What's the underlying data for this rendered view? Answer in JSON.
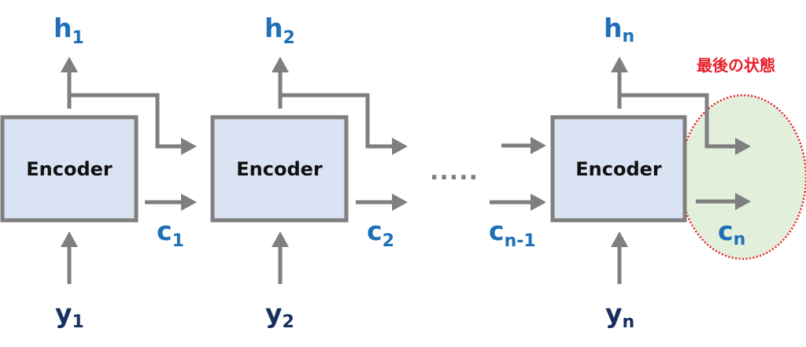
{
  "diagram": {
    "title": "Encoder chain final state",
    "encoders": [
      {
        "label": "Encoder",
        "h": {
          "base": "h",
          "sub": "1"
        },
        "c": {
          "base": "c",
          "sub": "1"
        },
        "y": {
          "base": "y",
          "sub": "1"
        }
      },
      {
        "label": "Encoder",
        "h": {
          "base": "h",
          "sub": "2"
        },
        "c": {
          "base": "c",
          "sub": "2"
        },
        "y": {
          "base": "y",
          "sub": "2"
        }
      },
      {
        "label": "Encoder",
        "h": {
          "base": "h",
          "sub": "n"
        },
        "c": {
          "base": "c",
          "sub": "n"
        },
        "y": {
          "base": "y",
          "sub": "n"
        }
      }
    ],
    "incoming_c": {
      "base": "c",
      "sub": "n-1"
    },
    "ellipsis": ".....",
    "highlight_label": "最後の状態",
    "colors": {
      "box_fill": "#dae3f3",
      "box_stroke": "#7f7f7f",
      "arrow": "#7f7f7f",
      "hidden_label": "#1f6fb9",
      "input_label": "#17305f",
      "highlight_fill": "#e2efda",
      "highlight_border": "#e8202a"
    }
  }
}
